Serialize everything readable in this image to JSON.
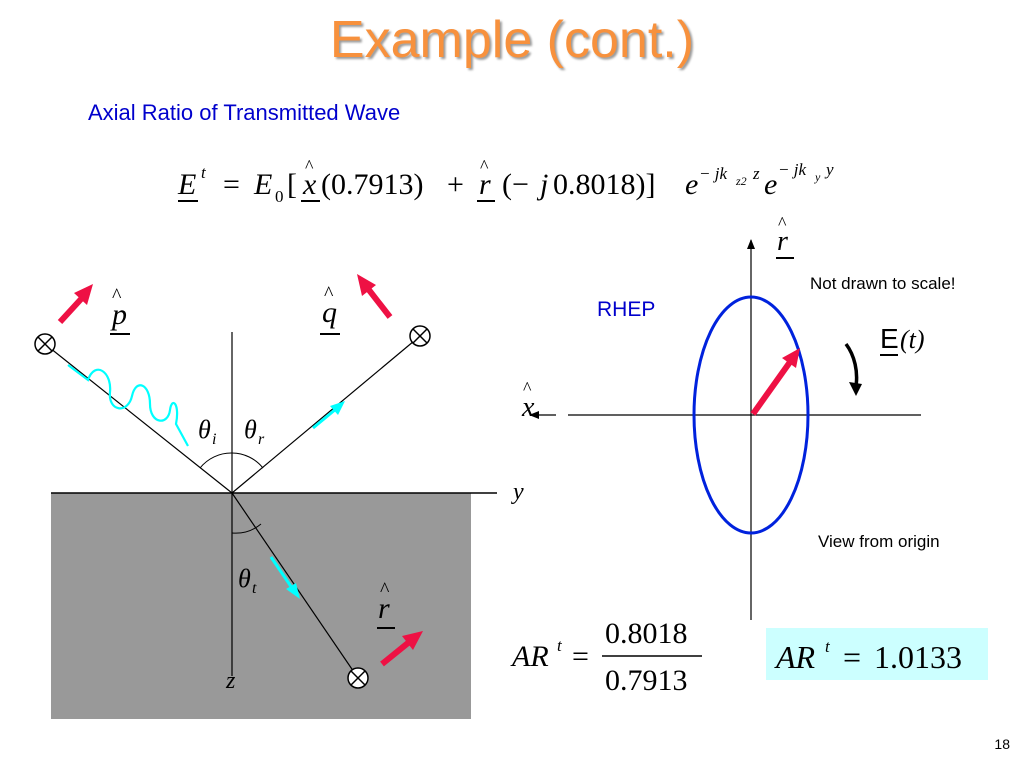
{
  "title": "Example (cont.)",
  "subtitle": "Axial Ratio of Transmitted Wave",
  "equation": {
    "lhs": "E",
    "lhs_sup": "t",
    "equals": "=",
    "e0": "E",
    "e0_sub": "0",
    "bracket_open": "[",
    "xhat": "x",
    "x_coef": "(0.7913)",
    "plus": "+",
    "rhat": "r",
    "r_coef_open": "(−",
    "j": "j",
    "r_coef_close": "0.8018)]",
    "exp1_base": "e",
    "exp1": "− jk",
    "exp1_sub": "z2",
    "exp1_z": "z",
    "exp2_base": "e",
    "exp2": "− jk",
    "exp2_sub": "y",
    "exp2_y": "y"
  },
  "left_diagram": {
    "p_label": "p",
    "q_label": "q",
    "theta_i": "θ",
    "theta_i_sub": "i",
    "theta_r": "θ",
    "theta_r_sub": "r",
    "theta_t": "θ",
    "theta_t_sub": "t",
    "y_axis_label": "y",
    "z_axis_label": "z",
    "r_label": "r",
    "into_page_symbol": "⊗"
  },
  "right_diagram": {
    "r_axis_label": "r",
    "x_axis_label": "x",
    "note_scale": "Not drawn to scale!",
    "polarization": "RHEP",
    "field_label": "E",
    "field_arg": "(t)",
    "view_note": "View from origin"
  },
  "axial_ratio": {
    "lhs": "AR",
    "lhs_sup": "t",
    "equals": "=",
    "numerator": "0.8018",
    "denominator": "0.7913",
    "result_lhs": "AR",
    "result_sup": "t",
    "result_equals": "=",
    "result_value": "1.0133"
  },
  "slide_number": "18",
  "colors": {
    "title": "#f7913d",
    "subtitle": "#0000cc",
    "red_arrow": "#ee1144",
    "cyan": "#00ffff",
    "ellipse": "#0022dd",
    "medium": "#999999",
    "result_box": "#ccffff"
  }
}
